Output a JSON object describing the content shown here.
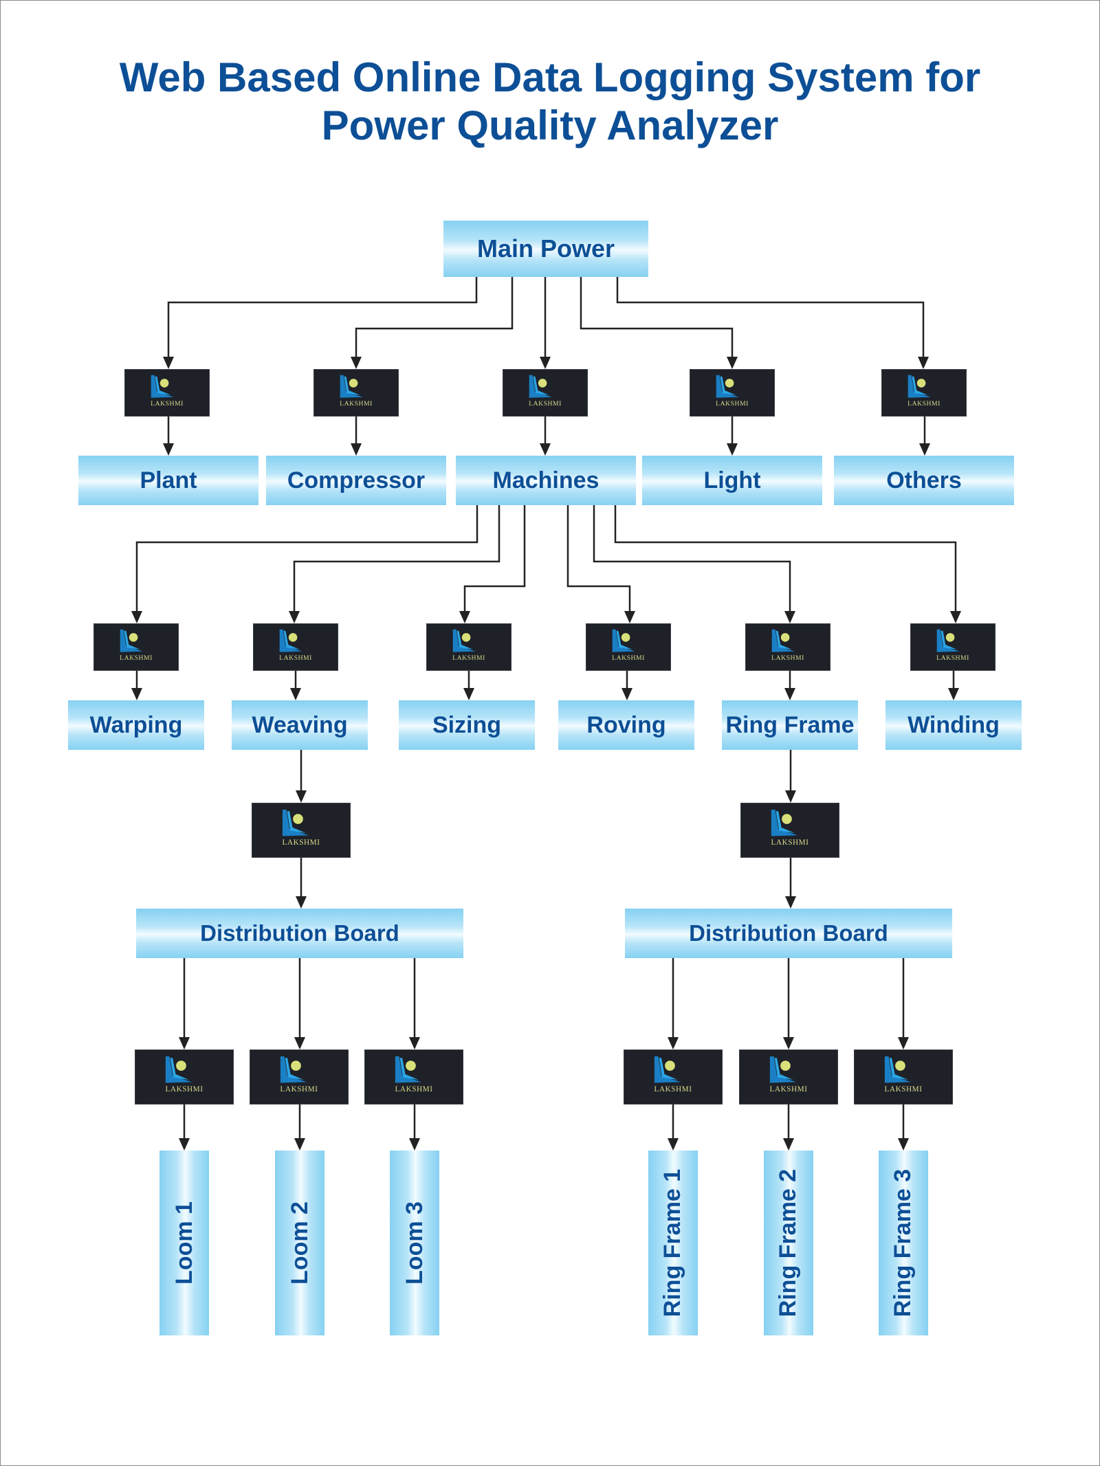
{
  "title": {
    "line1": "Web Based Online Data Logging System for",
    "line2": "Power Quality Analyzer"
  },
  "colors": {
    "title_text": "#0d4f96",
    "node_fill": "#86d1f2",
    "node_highlight": "#f2fbff",
    "logger_bg": "#1e2128",
    "logo_blue": "#1a7fc4",
    "logo_sun": "#d9e07a",
    "connector": "#222222"
  },
  "logger_brand": "LAKSHMI",
  "root": {
    "label": "Main Power"
  },
  "level1": [
    {
      "label": "Plant"
    },
    {
      "label": "Compressor"
    },
    {
      "label": "Machines"
    },
    {
      "label": "Light"
    },
    {
      "label": "Others"
    }
  ],
  "machines_children": [
    {
      "label": "Warping"
    },
    {
      "label": "Weaving"
    },
    {
      "label": "Sizing"
    },
    {
      "label": "Roving"
    },
    {
      "label": "Ring Frame"
    },
    {
      "label": "Winding"
    }
  ],
  "distribution_boards": [
    {
      "label": "Distribution Board",
      "parent": "Weaving",
      "outputs": [
        {
          "label": "Loom 1"
        },
        {
          "label": "Loom 2"
        },
        {
          "label": "Loom 3"
        }
      ]
    },
    {
      "label": "Distribution Board",
      "parent": "Ring Frame",
      "outputs": [
        {
          "label": "Ring Frame 1"
        },
        {
          "label": "Ring Frame 2"
        },
        {
          "label": "Ring Frame 3"
        }
      ]
    }
  ]
}
